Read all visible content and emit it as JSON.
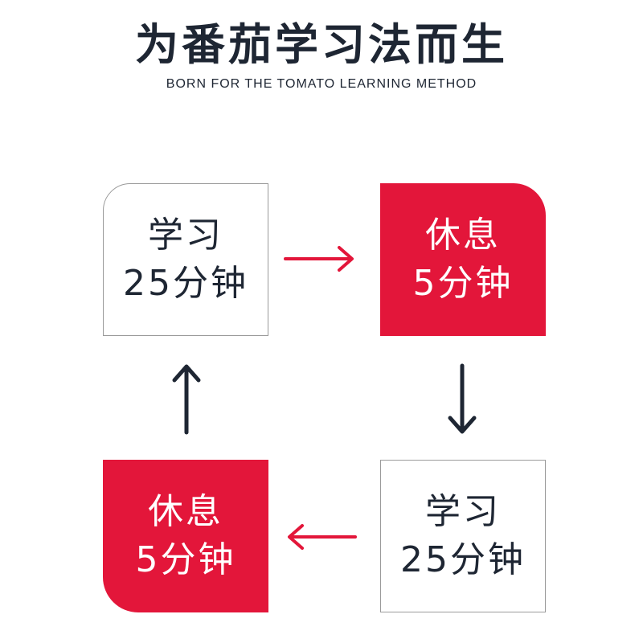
{
  "header": {
    "title": "为番茄学习法而生",
    "subtitle": "BORN FOR THE TOMATO LEARNING METHOD"
  },
  "colors": {
    "accent": "#e3163a",
    "dark": "#1e2633",
    "border": "#9a9a9a"
  },
  "steps": [
    {
      "line1": "学习",
      "line2": "25分钟"
    },
    {
      "line1": "休息",
      "line2": "5分钟"
    },
    {
      "line1": "学习",
      "line2": "25分钟"
    },
    {
      "line1": "休息",
      "line2": "5分钟"
    }
  ],
  "arrows": [
    {
      "from": "study-top-left",
      "to": "rest-top-right",
      "direction": "right",
      "color": "red"
    },
    {
      "from": "rest-top-right",
      "to": "study-bottom-right",
      "direction": "down",
      "color": "dark"
    },
    {
      "from": "study-bottom-right",
      "to": "rest-bottom-left",
      "direction": "left",
      "color": "red"
    },
    {
      "from": "rest-bottom-left",
      "to": "study-top-left",
      "direction": "up",
      "color": "dark"
    }
  ]
}
